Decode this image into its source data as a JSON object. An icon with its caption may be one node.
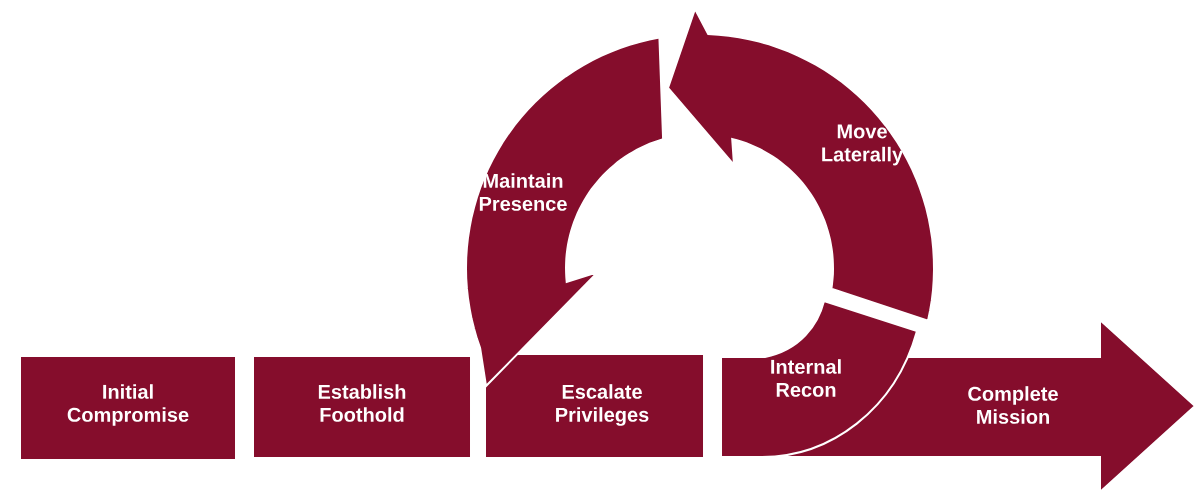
{
  "diagram": {
    "nodes": [
      {
        "text": [
          "Initial Compromise"
        ]
      },
      {
        "text": [
          "Establish Foothold"
        ]
      },
      {
        "text": [
          "Escalate Privileges"
        ]
      },
      {
        "text": [
          "Maintain Presence"
        ]
      },
      {
        "text": [
          "Move Laterally"
        ]
      },
      {
        "text": [
          "Internal Recon"
        ]
      },
      {
        "text": [
          "Complete Mission"
        ]
      }
    ]
  }
}
